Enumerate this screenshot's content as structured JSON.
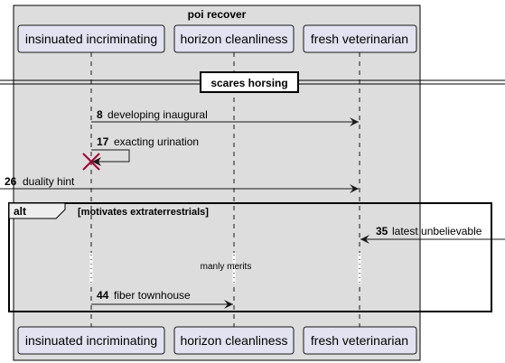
{
  "box": {
    "title": "poi recover",
    "fill": "#dddddd"
  },
  "participants": [
    {
      "id": "p1",
      "label": "insinuated incriminating"
    },
    {
      "id": "p2",
      "label": "horizon cleanliness"
    },
    {
      "id": "p3",
      "label": "fresh veterinarian"
    }
  ],
  "divider": {
    "label": "scares horsing"
  },
  "messages": [
    {
      "num": "8",
      "text": "developing inaugural",
      "from": "p1",
      "to": "p3"
    },
    {
      "num": "17",
      "text": "exacting urination",
      "from": "p1",
      "to": "p1",
      "type": "self",
      "destroy": true
    },
    {
      "num": "26",
      "text": "duality hint",
      "from": "external-left",
      "to": "p3"
    },
    {
      "num": "35",
      "text": "latest unbelievable",
      "from": "external-right",
      "to": "p3"
    },
    {
      "num": "44",
      "text": "fiber townhouse",
      "from": "p1",
      "to": "p2"
    }
  ],
  "fragment": {
    "kind": "alt",
    "condition": "[motivates extraterrestrials]"
  },
  "delay": {
    "label": "manly merits"
  },
  "colors": {
    "participant_fill": "#e2e2f0",
    "participant_stroke": "#181818",
    "lifeline": "#181818",
    "destroy": "#a80036"
  }
}
